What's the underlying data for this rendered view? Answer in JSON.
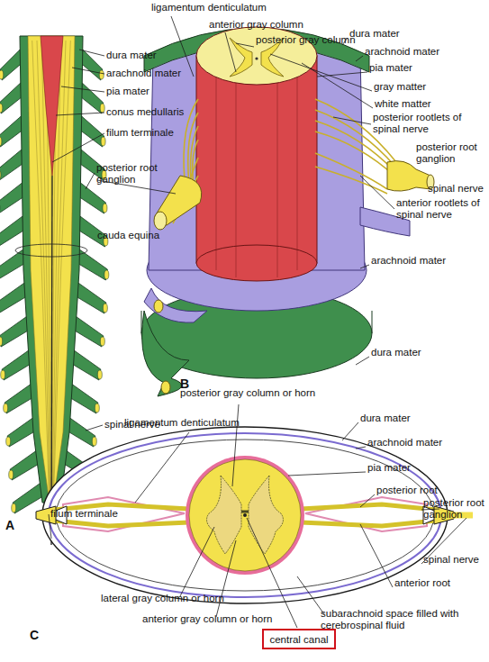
{
  "diagram": {
    "nodes": [
      {
        "text": [
          "central canal"
        ]
      }
    ],
    "labels": [
      "dura mater",
      "arachnoid mater",
      "pia mater",
      "conus medullaris",
      "filum terminale",
      "posterior root ganglion",
      "cauda equina",
      "spinal nerve",
      "filum terminale",
      "A",
      "ligamentum denticulatum",
      "anterior gray column",
      "posterior gray column",
      "dura mater",
      "arachnoid mater",
      "pia mater",
      "gray matter",
      "white matter",
      "posterior rootlets of spinal nerve",
      "posterior root ganglion",
      "spinal nerve",
      "anterior rootlets of spinal nerve",
      "arachnoid mater",
      "dura mater",
      "B",
      "posterior gray column or horn",
      "dura mater",
      "ligamentum denticulatum",
      "arachnoid mater",
      "pia mater",
      "posterior root",
      "posterior root ganglion",
      "spinal nerve",
      "anterior root",
      "lateral gray column or horn",
      "anterior gray column or horn",
      "subarachnoid space filled with cerebrospinal fluid",
      "C"
    ]
  }
}
